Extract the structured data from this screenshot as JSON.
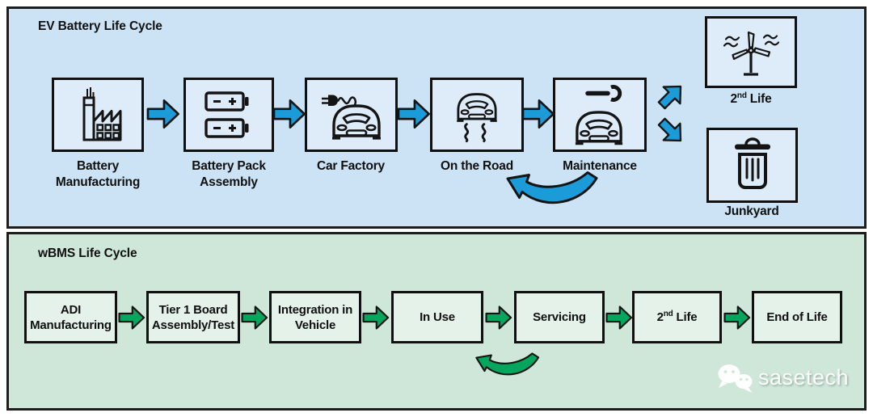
{
  "ev": {
    "title": "EV Battery Life Cycle",
    "stages": [
      {
        "line1": "Battery",
        "line2": "Manufacturing",
        "icon": "factory-icon"
      },
      {
        "line1": "Battery Pack",
        "line2": "Assembly",
        "icon": "battery-pack-icon"
      },
      {
        "line1": "Car Factory",
        "icon": "car-charging-icon"
      },
      {
        "line1": "On the Road",
        "icon": "car-driving-icon"
      },
      {
        "line1": "Maintenance",
        "icon": "car-service-icon"
      }
    ],
    "end_states": [
      {
        "base": "2",
        "sup": "nd",
        "rest": "Life",
        "icon": "wind-turbine-icon"
      },
      {
        "label": "Junkyard",
        "icon": "trash-can-icon"
      }
    ],
    "colors": {
      "panel_bg": "#cbe3f5",
      "box_bg": "#ddecf8",
      "arrow": "#1b9cd8"
    }
  },
  "wbms": {
    "title": "wBMS Life Cycle",
    "stages": [
      {
        "line1": "ADI",
        "line2": "Manufacturing"
      },
      {
        "line1": "Tier 1 Board",
        "line2": "Assembly/Test"
      },
      {
        "line1": "Integration in",
        "line2": "Vehicle"
      },
      {
        "line1": "In Use"
      },
      {
        "line1": "Servicing"
      },
      {
        "base": "2",
        "sup": "nd",
        "rest": "Life"
      },
      {
        "line1": "End of Life"
      }
    ],
    "colors": {
      "panel_bg": "#cfe7d8",
      "box_bg": "#e4f2e9",
      "arrow": "#04a55c"
    }
  },
  "watermark": {
    "text": "sasetech",
    "icon": "wechat-icon"
  }
}
